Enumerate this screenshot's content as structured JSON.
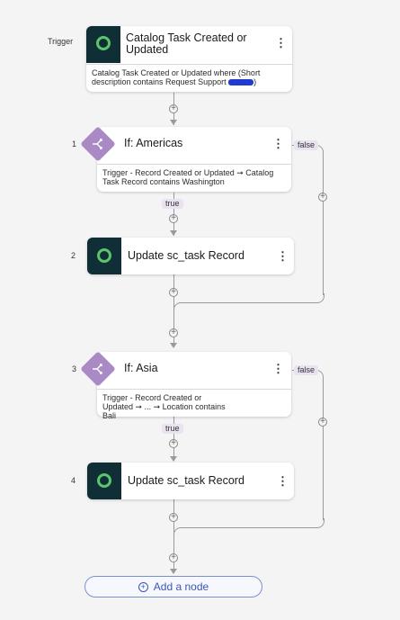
{
  "trigger": {
    "label": "Trigger",
    "title": "Catalog Task Created or Updated",
    "description_prefix": "Catalog Task Created or Updated where (Short description contains Request Support",
    "description_suffix": ")",
    "menu_icon": "kebab-icon"
  },
  "steps": [
    {
      "number": "1",
      "title": "If: Americas",
      "description": "Trigger - Record Created or Updated ➞ Catalog Task Record contains Washington",
      "true_label": "true",
      "false_label": "false"
    },
    {
      "number": "2",
      "title": "Update sc_task Record"
    },
    {
      "number": "3",
      "title": "If: Asia",
      "description": "Trigger - Record Created or Updated ➞ ... ➞ Location contains Bali",
      "true_label": "true",
      "false_label": "false"
    },
    {
      "number": "4",
      "title": "Update sc_task Record"
    }
  ],
  "add_node": {
    "label": "Add a node"
  },
  "colors": {
    "app_icon_bg": "#0f2e36",
    "app_icon_ring": "#5cc46a",
    "condition_diamond": "#a98ac4",
    "add_node_accent": "#3b55b8"
  }
}
